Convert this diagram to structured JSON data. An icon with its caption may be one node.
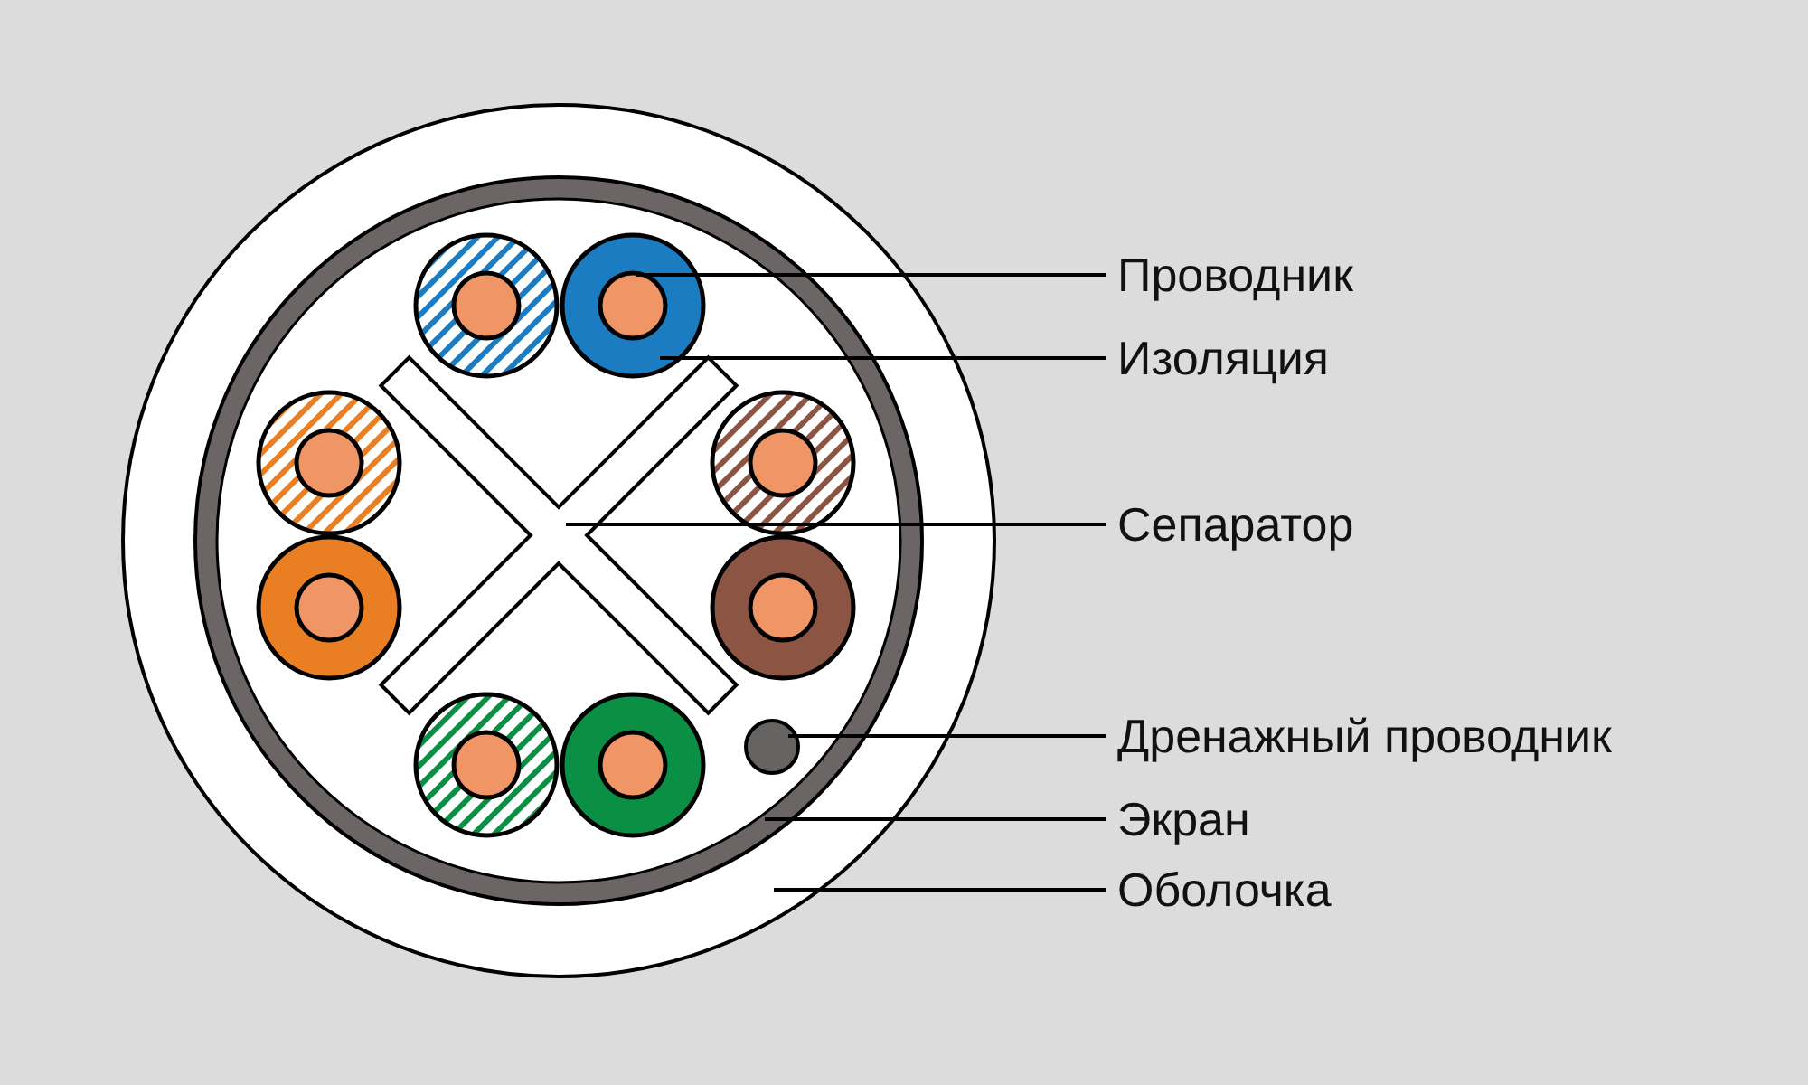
{
  "diagram": {
    "nodes": [
      {
        "text": [
          "Проводник"
        ]
      },
      {
        "text": [
          "Изоляция"
        ]
      },
      {
        "text": [
          "Сепаратор"
        ]
      },
      {
        "text": [
          "Дренажный проводник"
        ]
      },
      {
        "text": [
          "Экран"
        ]
      },
      {
        "text": [
          "Оболочка"
        ]
      },
      {
        "text": [],
        "shape": "circle"
      },
      {
        "text": [],
        "shape": "ring",
        "in": 6
      },
      {
        "text": [],
        "shape": "circle",
        "in": 7
      },
      {
        "text": [],
        "shape": "circle",
        "in": 8
      },
      {
        "text": [],
        "shape": "cross",
        "in": 7
      },
      {
        "text": [],
        "shape": "circle",
        "in": 7
      }
    ],
    "edges": [
      {
        "from": 0,
        "to": 9,
        "arrow": "none"
      },
      {
        "from": 1,
        "to": 8,
        "arrow": "none"
      },
      {
        "from": 2,
        "to": 10,
        "arrow": "none"
      },
      {
        "from": 3,
        "to": 11,
        "arrow": "none"
      },
      {
        "from": 4,
        "to": 7,
        "arrow": "none"
      },
      {
        "from": 5,
        "to": 6,
        "arrow": "none"
      }
    ]
  }
}
